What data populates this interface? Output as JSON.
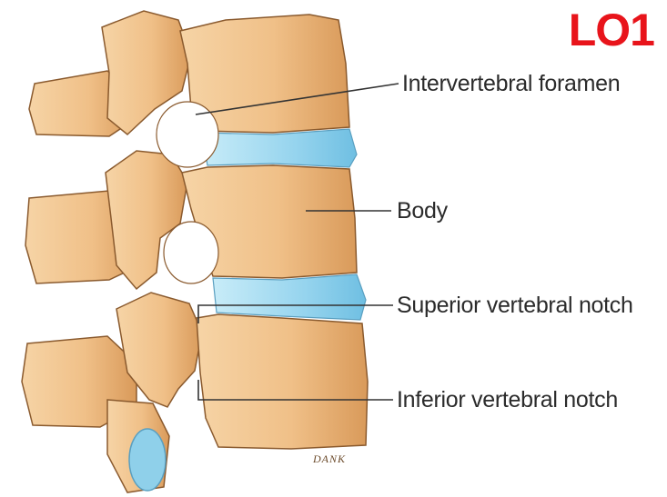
{
  "slide_tag": "LO1",
  "labels": {
    "intervertebral_foramen": "Intervertebral foramen",
    "body": "Body",
    "superior_notch": "Superior vertebral notch",
    "inferior_notch": "Inferior vertebral notch"
  },
  "signature": "DANK",
  "colors": {
    "bone": "#f2c894",
    "bone_shadow": "#d9a062",
    "bone_outline": "#8a5a2e",
    "disc": "#9ad6ee",
    "tag": "#e8141b",
    "leader": "#333333"
  }
}
